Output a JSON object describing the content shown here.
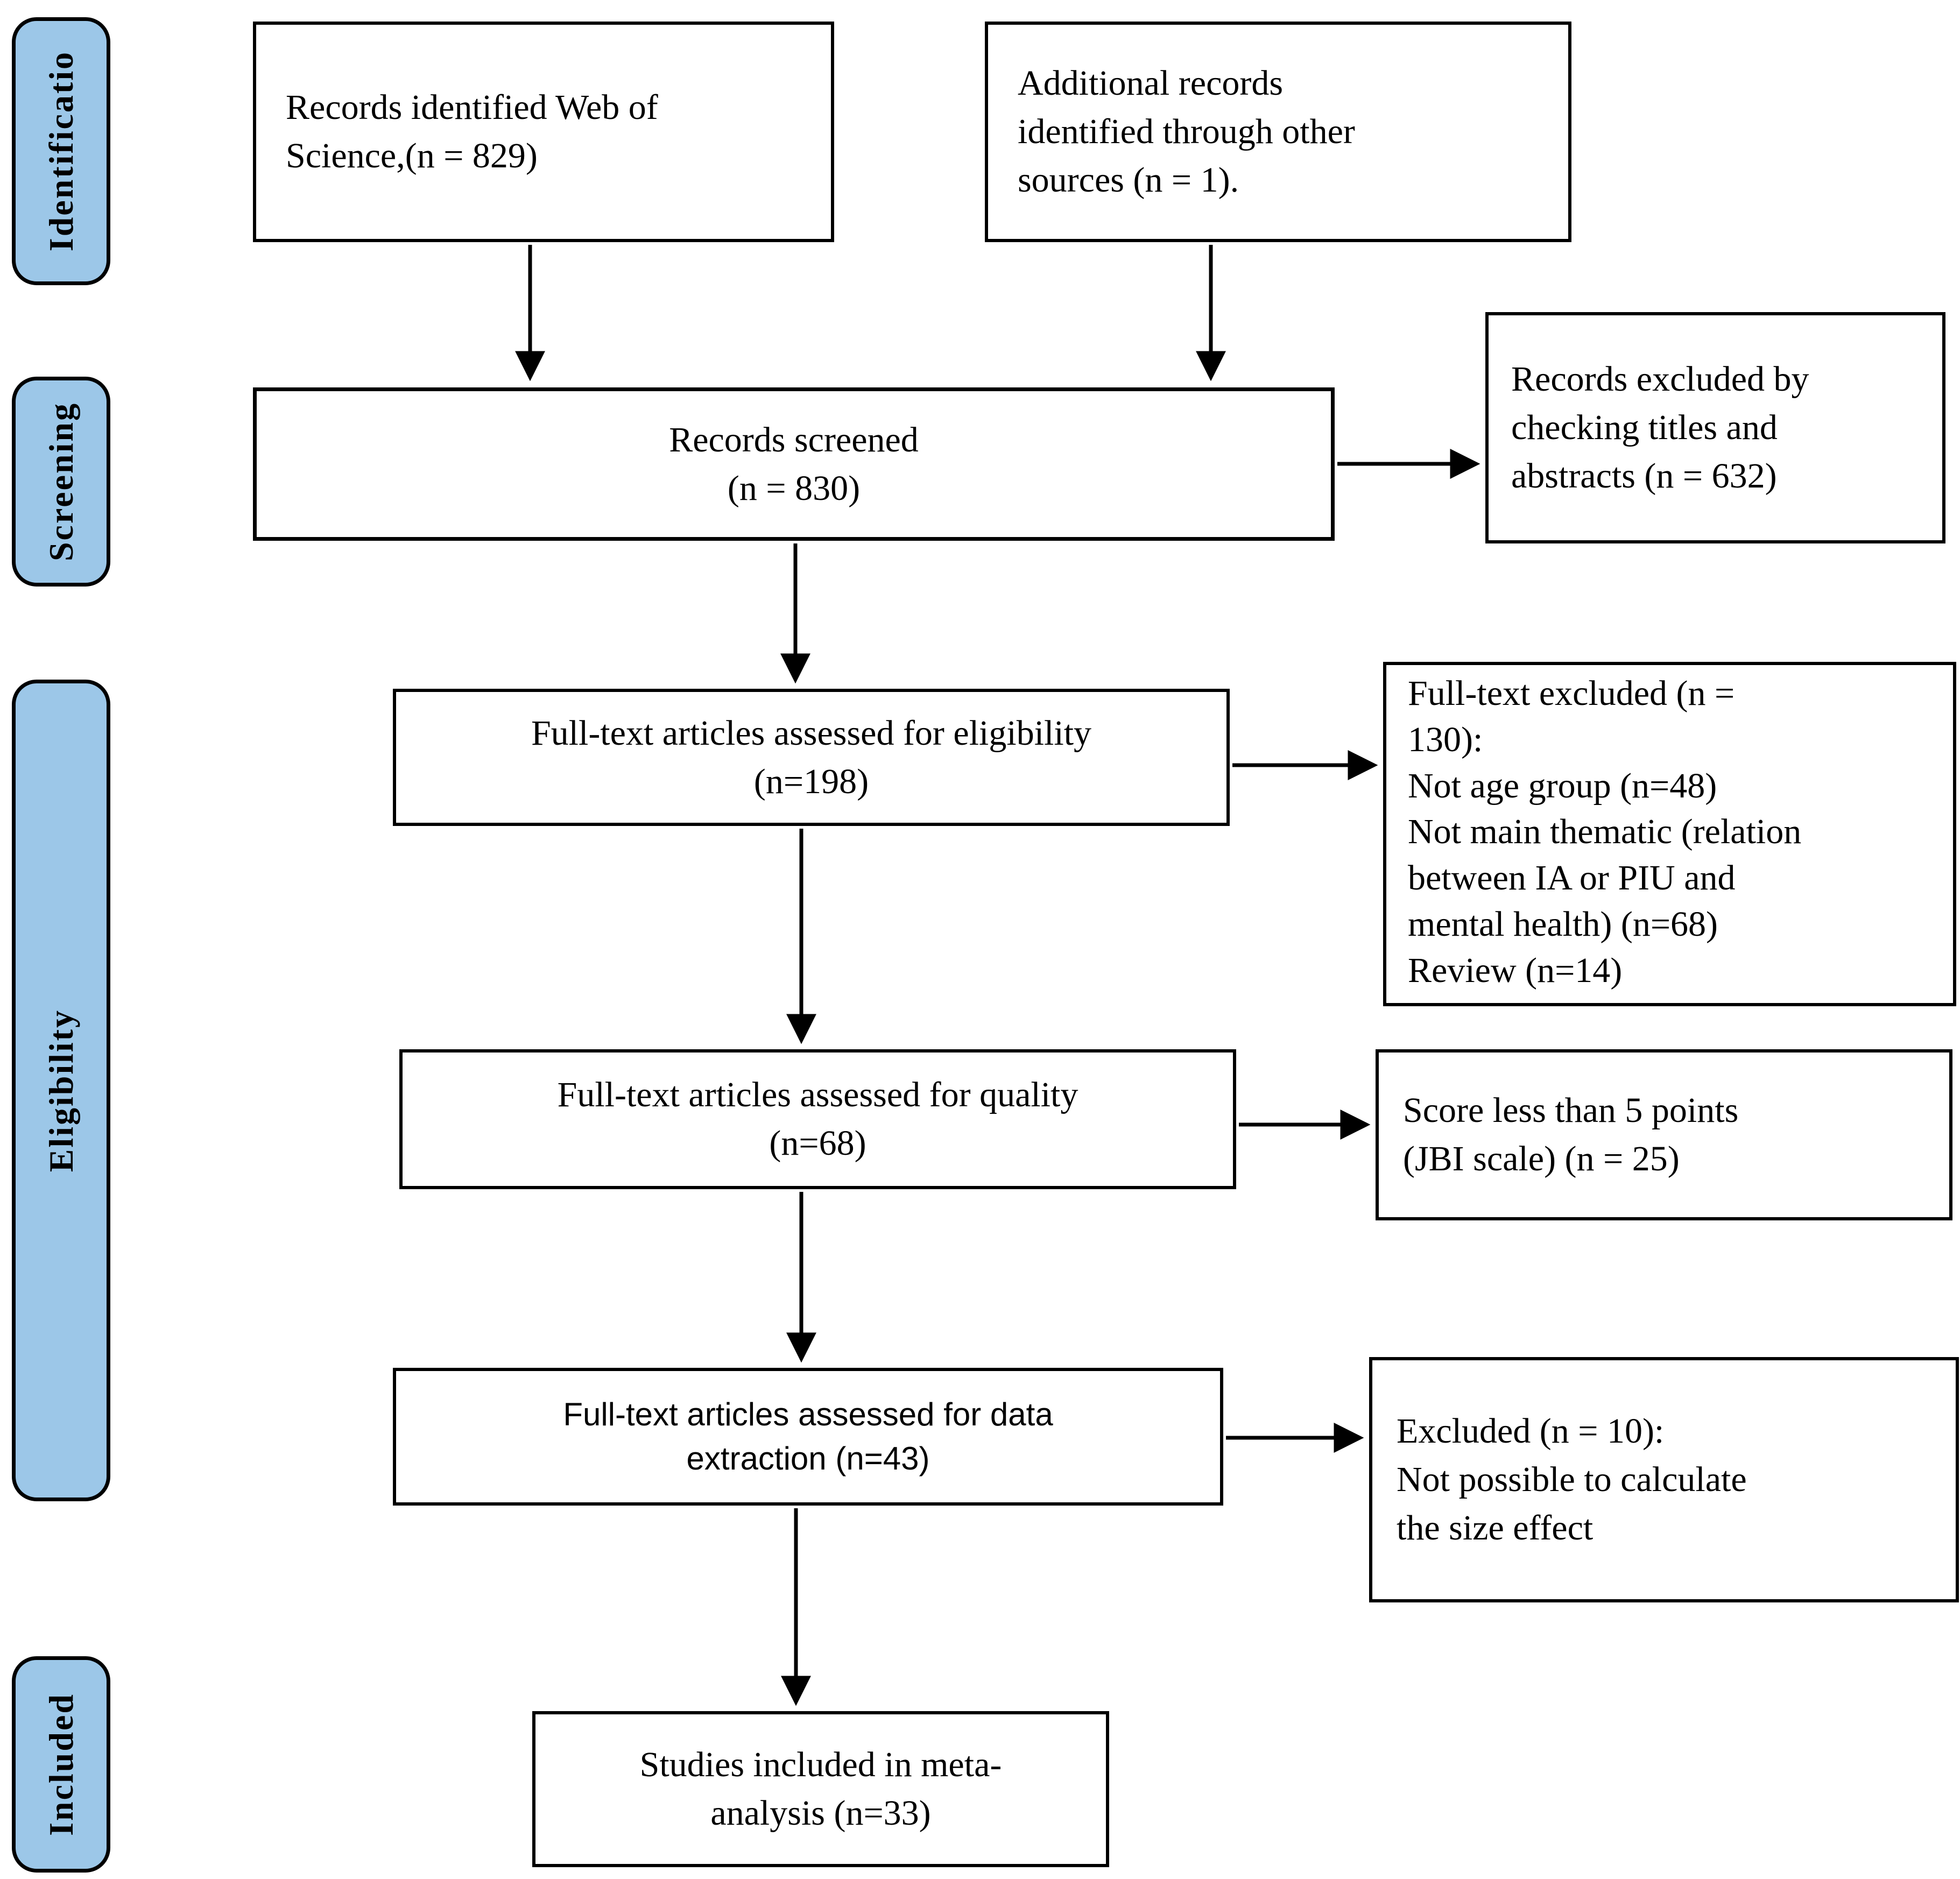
{
  "colors": {
    "sidebar_fill": "#9CC7E8",
    "box_border": "#000000",
    "background": "#FFFFFF",
    "text": "#000000",
    "arrow": "#000000"
  },
  "sidebar": {
    "stages": [
      {
        "id": "identification",
        "label": "Identificatio"
      },
      {
        "id": "screening",
        "label": "Screening"
      },
      {
        "id": "eligibility",
        "label": "Eligibility"
      },
      {
        "id": "included",
        "label": "Included"
      }
    ]
  },
  "boxes": {
    "records_identified": {
      "text": "Records identified Web of\nScience,(n = 829)"
    },
    "additional_records": {
      "text": "Additional records\nidentified through other\nsources (n = 1)."
    },
    "records_screened": {
      "text": "Records screened\n(n = 830)"
    },
    "records_excluded": {
      "text": "Records excluded by\nchecking titles and\nabstracts (n = 632)"
    },
    "fulltext_eligibility": {
      "text": "Full-text articles assessed for eligibility\n(n=198)"
    },
    "fulltext_excluded": {
      "text": "Full-text excluded (n =\n130):\nNot age group (n=48)\nNot main thematic (relation\nbetween IA or PIU and\nmental health) (n=68)\nReview (n=14)"
    },
    "fulltext_quality": {
      "text": "Full-text articles assessed for quality\n(n=68)"
    },
    "score_less_than": {
      "text": "Score less than 5 points\n(JBI scale) (n = 25)"
    },
    "data_extraction": {
      "text": "Full-text articles assessed for data\nextraction (n=43)"
    },
    "excluded_size_effect": {
      "text": "Excluded (n = 10):\nNot possible to calculate\nthe size effect"
    },
    "studies_included": {
      "text": "Studies included in meta-\nanalysis (n=33)"
    }
  }
}
